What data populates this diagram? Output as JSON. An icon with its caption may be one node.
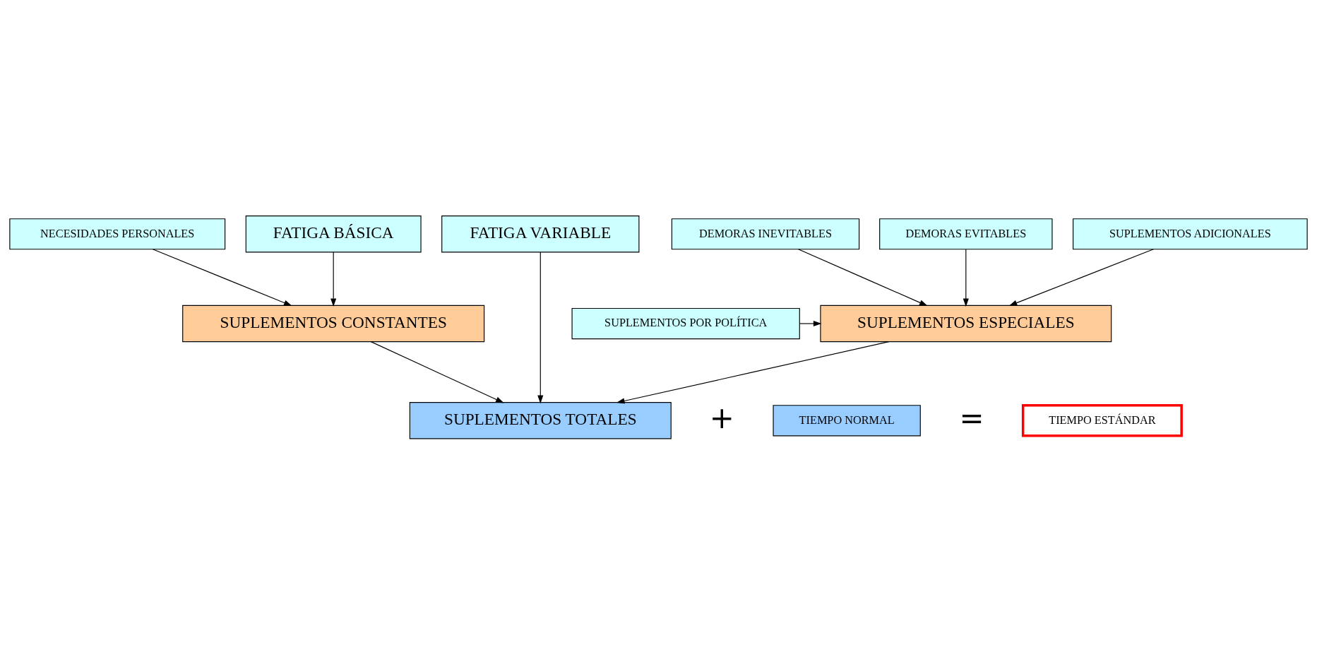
{
  "diagram": {
    "nodes": [
      {
        "text": [
          "NECESIDADES PERSONALES"
        ]
      },
      {
        "text": [
          "FATIGA BÁSICA"
        ]
      },
      {
        "text": [
          "FATIGA VARIABLE"
        ]
      },
      {
        "text": [
          "DEMORAS INEVITABLES"
        ]
      },
      {
        "text": [
          "DEMORAS EVITABLES"
        ]
      },
      {
        "text": [
          "SUPLEMENTOS ADICIONALES"
        ]
      },
      {
        "text": [
          "SUPLEMENTOS POR POLÍTICA"
        ]
      },
      {
        "text": [
          "SUPLEMENTOS CONSTANTES"
        ]
      },
      {
        "text": [
          "SUPLEMENTOS ESPECIALES"
        ]
      },
      {
        "text": [
          "SUPLEMENTOS TOTALES"
        ]
      },
      {
        "text": [
          "TIEMPO NORMAL"
        ]
      },
      {
        "text": [
          "TIEMPO ESTÁNDAR"
        ]
      }
    ],
    "edges": [
      {
        "from": 0,
        "to": 7,
        "arrow": "to"
      },
      {
        "from": 1,
        "to": 7,
        "arrow": "to"
      },
      {
        "from": 3,
        "to": 8,
        "arrow": "to"
      },
      {
        "from": 4,
        "to": 8,
        "arrow": "to"
      },
      {
        "from": 5,
        "to": 8,
        "arrow": "to"
      },
      {
        "from": 6,
        "to": 8,
        "arrow": "to"
      },
      {
        "from": 7,
        "to": 9,
        "arrow": "to"
      },
      {
        "from": 2,
        "to": 9,
        "arrow": "to"
      },
      {
        "from": 8,
        "to": 9,
        "arrow": "to"
      }
    ],
    "labels": [
      "+",
      "="
    ]
  }
}
